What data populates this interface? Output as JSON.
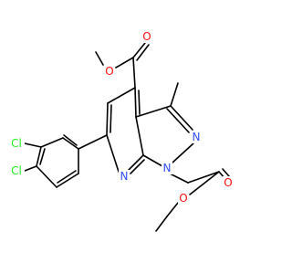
{
  "colors": {
    "background": "#ffffff",
    "bond": "#000000",
    "oxygen": "#ff0d0d",
    "nitrogen": "#3050f8",
    "chlorine": "#1ff01f"
  },
  "atoms": {
    "o_methoxy": "O",
    "o_carbonyl_upper": "O",
    "n_pyrazole_2": "N",
    "n_pyrazole_1": "N",
    "n_pyridine": "N",
    "o_carbonyl_lower": "O",
    "o_ethoxy": "O",
    "cl_upper": "Cl",
    "cl_lower": "Cl"
  }
}
